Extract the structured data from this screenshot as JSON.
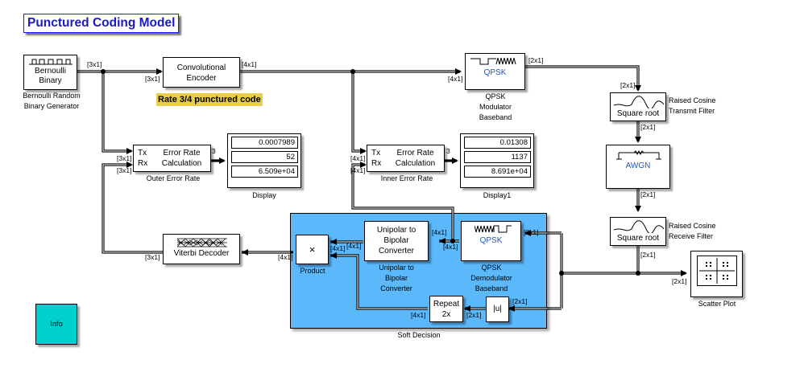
{
  "model_title": "Punctured Coding Model",
  "annotation": "Rate 3/4 punctured code",
  "blocks": {
    "bernoulli": {
      "text_line1": "Bernoulli",
      "text_line2": "Binary",
      "caption_line1": "Bernoulli Random",
      "caption_line2": "Binary Generator"
    },
    "conv_encoder": {
      "text_line1": "Convolutional",
      "text_line2": "Encoder"
    },
    "qpsk_mod": {
      "text": "QPSK",
      "caption_line1": "QPSK",
      "caption_line2": "Modulator",
      "caption_line3": "Baseband"
    },
    "tx_filter": {
      "text": "Square root",
      "caption_line1": "Raised Cosine",
      "caption_line2": "Transmit Filter"
    },
    "awgn": {
      "text": "AWGN"
    },
    "rx_filter": {
      "text": "Square root",
      "caption_line1": "Raised Cosine",
      "caption_line2": "Receive Filter"
    },
    "scatter": {
      "caption": "Scatter Plot"
    },
    "outer_err": {
      "tx": "Tx",
      "rx": "Rx",
      "text_line1": "Error Rate",
      "text_line2": "Calculation",
      "caption": "Outer Error Rate",
      "out_port": "3"
    },
    "inner_err": {
      "tx": "Tx",
      "rx": "Rx",
      "text_line1": "Error Rate",
      "text_line2": "Calculation",
      "caption": "Inner Error Rate",
      "out_port": "3"
    },
    "display": {
      "caption": "Display",
      "values": [
        "0.0007989",
        "52",
        "6.509e+04"
      ]
    },
    "display1": {
      "caption": "Display1",
      "values": [
        "0.01308",
        "1137",
        "8.691e+04"
      ]
    },
    "viterbi": {
      "text": "Viterbi Decoder"
    },
    "soft_decision": {
      "caption": "Soft Decision"
    },
    "product": {
      "text": "×",
      "caption": "Product"
    },
    "unipolar": {
      "text_line1": "Unipolar to",
      "text_line2": "Bipolar",
      "text_line3": "Converter",
      "caption_line1": "Unipolar to",
      "caption_line2": "Bipolar",
      "caption_line3": "Converter"
    },
    "qpsk_demod": {
      "text": "QPSK",
      "caption_line1": "QPSK",
      "caption_line2": "Demodulator",
      "caption_line3": "Baseband"
    },
    "repeat": {
      "text_line1": "Repeat",
      "text_line2": "2x"
    },
    "abs": {
      "text": "|u|"
    },
    "info": {
      "text": "Info"
    }
  },
  "signal_dims": {
    "bern_out": "[3x1]",
    "enc_in": "[3x1]",
    "enc_out": "[4x1]",
    "mod_in": "[4x1]",
    "mod_out": "[2x1]",
    "txf_in": "[2x1]",
    "txf_out": "[2x1]",
    "awgn_out": "[2x1]",
    "rxf_out": "[2x1]",
    "scatter_in": "[2x1]",
    "outer_tx": "[3x1]",
    "outer_rx": "[3x1]",
    "inner_tx": "[4x1]",
    "inner_rx": "[4x1]",
    "viterbi_out": "[3x1]",
    "viterbi_in": "[4x1]",
    "prod_in1": "[4x1]",
    "uni_out": "[4x1]",
    "uni_in": "[4x1]",
    "demod_out": "[4x1]",
    "demod_in": "[2x1]",
    "abs_in": "[2x1]",
    "abs_out": "[2x1]",
    "rep_out": "[4x1]"
  }
}
